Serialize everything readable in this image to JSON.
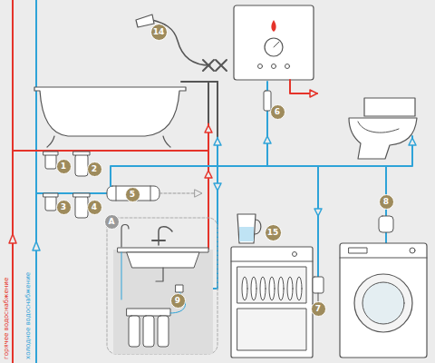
{
  "diagram": {
    "nodes": [
      {
        "text": [
          "14"
        ]
      },
      {
        "text": [
          "6"
        ]
      },
      {
        "text": [
          "1"
        ]
      },
      {
        "text": [
          "2"
        ]
      },
      {
        "text": [
          "5"
        ]
      },
      {
        "text": [
          "3"
        ]
      },
      {
        "text": [
          "4"
        ]
      },
      {
        "text": [
          "A"
        ]
      },
      {
        "text": [
          "15"
        ]
      },
      {
        "text": [
          "8"
        ]
      },
      {
        "text": [
          "9"
        ]
      },
      {
        "text": [
          "7"
        ]
      }
    ],
    "labels": [
      "горячее водоснабжение",
      "холодное водоснабжение"
    ]
  }
}
